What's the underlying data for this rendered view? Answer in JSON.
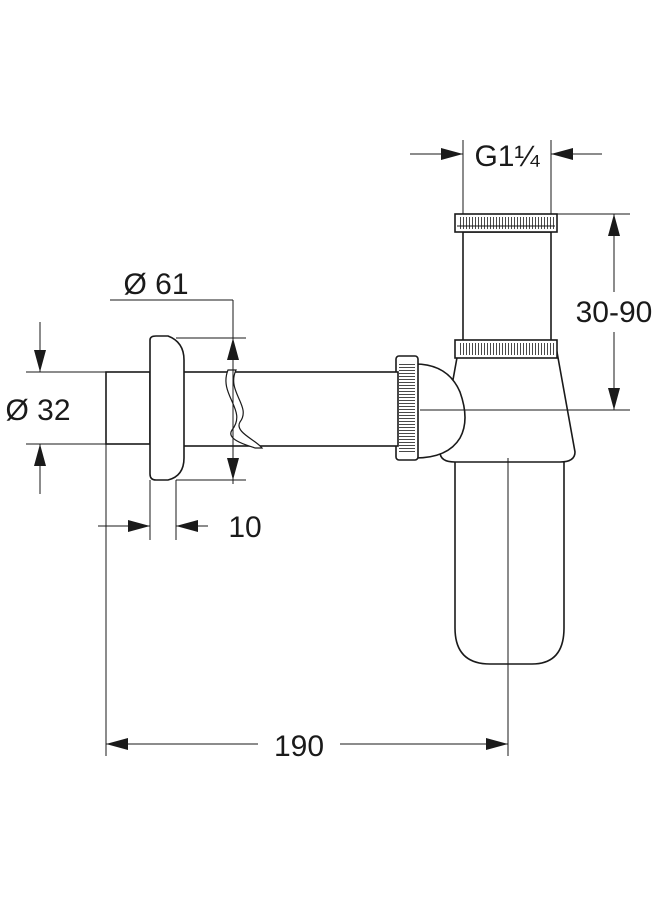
{
  "drawing": {
    "dimensions": {
      "thread": "G1¼",
      "height_range": "30-90",
      "rosette_diameter": "Ø 61",
      "pipe_diameter": "Ø 32",
      "rosette_depth": "10",
      "offset": "190"
    }
  }
}
